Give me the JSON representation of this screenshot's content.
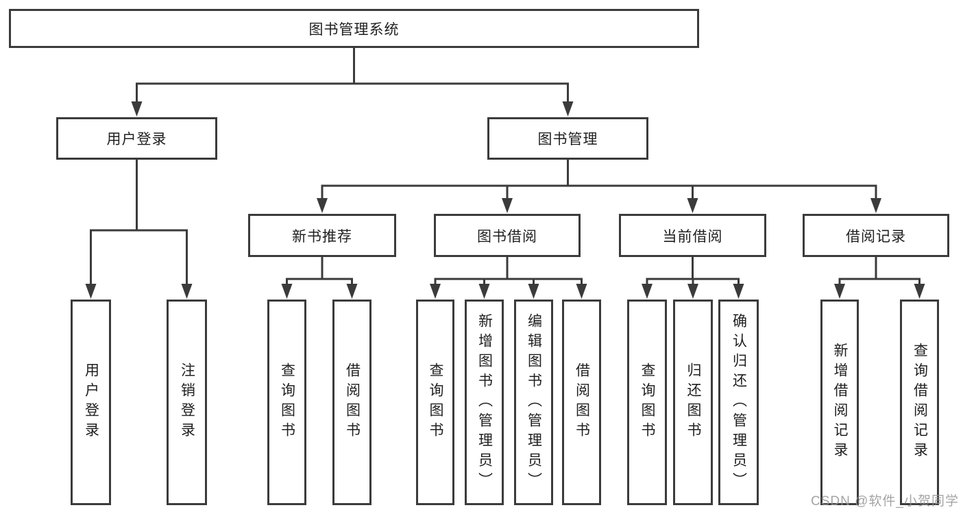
{
  "diagram": {
    "type": "hierarchy-tree",
    "tree": {
      "label": "图书管理系统",
      "children": [
        {
          "label": "用户登录",
          "children": [
            {
              "label": "用户登录"
            },
            {
              "label": "注销登录"
            }
          ]
        },
        {
          "label": "图书管理",
          "children": [
            {
              "label": "新书推荐",
              "children": [
                {
                  "label": "查询图书"
                },
                {
                  "label": "借阅图书"
                }
              ]
            },
            {
              "label": "图书借阅",
              "children": [
                {
                  "label": "查询图书"
                },
                {
                  "label": "新增图书（管理员）"
                },
                {
                  "label": "编辑图书（管理员）"
                },
                {
                  "label": "借阅图书"
                }
              ]
            },
            {
              "label": "当前借阅",
              "children": [
                {
                  "label": "查询图书"
                },
                {
                  "label": "归还图书"
                },
                {
                  "label": "确认归还（管理员）"
                }
              ]
            },
            {
              "label": "借阅记录",
              "children": [
                {
                  "label": "新增借阅记录"
                },
                {
                  "label": "查询借阅记录"
                }
              ]
            }
          ]
        }
      ]
    },
    "colors": {
      "line": "#3b3b3b",
      "box_fill": "#ffffff",
      "text": "#1f1f1f",
      "watermark": "#949494",
      "background": "#ffffff"
    }
  },
  "watermark": {
    "text": "CSDN @软件_小贺同学"
  }
}
